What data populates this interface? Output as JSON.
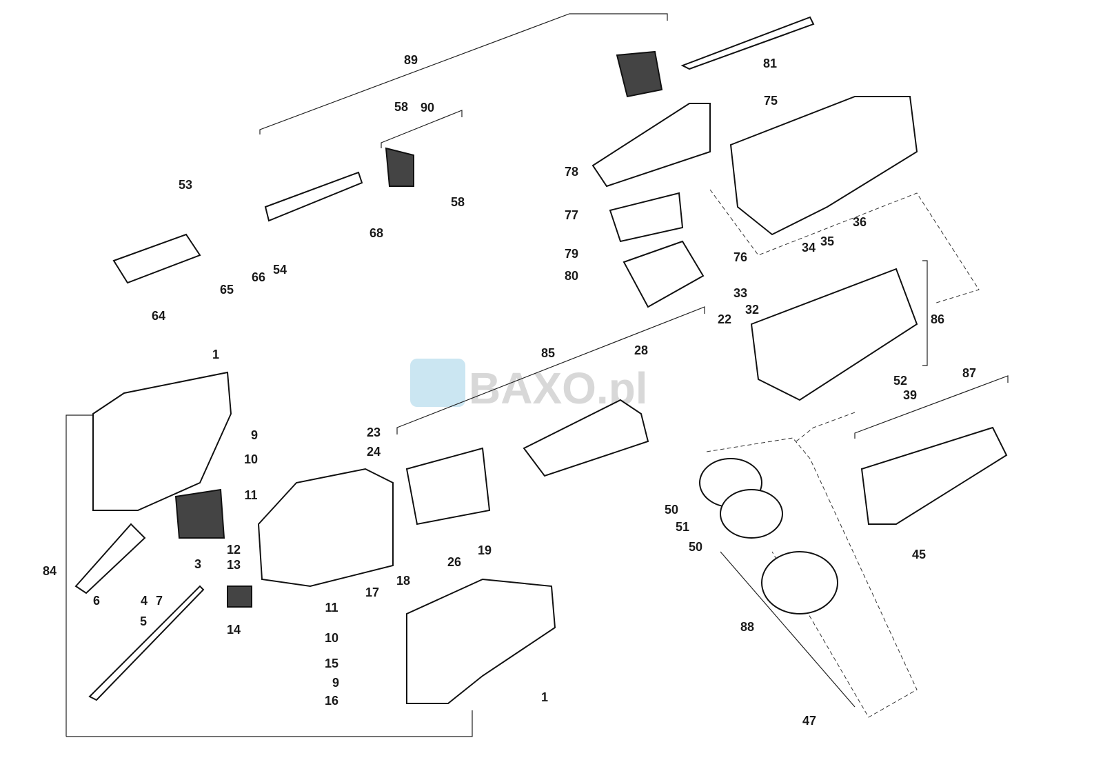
{
  "diagram": {
    "watermark": "BAXO.pl",
    "callouts": [
      "89",
      "58",
      "90",
      "58",
      "68",
      "53",
      "66",
      "54",
      "65",
      "64",
      "81",
      "75",
      "78",
      "77",
      "79",
      "76",
      "80",
      "36",
      "34",
      "35",
      "33",
      "32",
      "22",
      "86",
      "1",
      "85",
      "28",
      "52",
      "39",
      "87",
      "9",
      "23",
      "10",
      "24",
      "11",
      "12",
      "13",
      "3",
      "84",
      "6",
      "4",
      "7",
      "18",
      "26",
      "19",
      "17",
      "50",
      "51",
      "50",
      "45",
      "14",
      "11",
      "10",
      "15",
      "9",
      "16",
      "5",
      "88",
      "1",
      "47"
    ]
  }
}
